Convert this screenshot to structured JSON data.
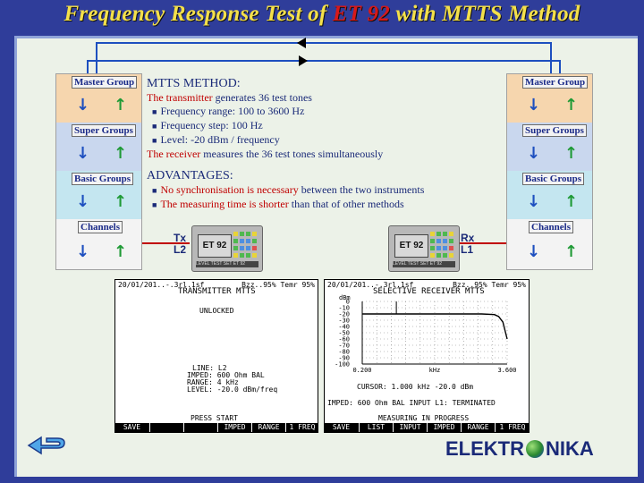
{
  "title": {
    "prefix": "Frequency Response Test of ",
    "highlight": "ET 92",
    "suffix": " with MTTS Method"
  },
  "stack_labels": [
    "Master Group",
    "Super Groups",
    "Basic Groups",
    "Channels"
  ],
  "info": {
    "method_heading": "MTTS METHOD:",
    "tx_subject": "The transmitter",
    "tx_rest": " generates 36 test tones",
    "bullets": [
      "Frequency range: 100 to 3600 Hz",
      "Frequency step: 100 Hz",
      "Level: -20 dBm / frequency"
    ],
    "rx_subject": "The receiver",
    "rx_rest": " measures the 36 test tones simultaneously",
    "adv_heading": "ADVANTAGES:",
    "adv1_red": "No synchronisation is necessary",
    "adv1_rest": " between the two instruments",
    "adv2_red": "The measuring time is shorter",
    "adv2_rest": " than that of other methods",
    "bullet_glyph": "■"
  },
  "devices": {
    "left": {
      "name": "ET 92",
      "port_top": "Tx",
      "port_bottom": "L2"
    },
    "right": {
      "name": "ET 92",
      "port_top": "Rx",
      "port_bottom": "L1"
    },
    "strip": "LEVEL TEST SET      ET 92"
  },
  "tx_screen": {
    "date": "20/01/201..-.3rl.1sf",
    "status_top": "Bzz..95% Temr 95%",
    "heading": "TRANSMITTER MTTS",
    "state": "UNLOCKED",
    "params": [
      "LINE: L2",
      "IMPED: 600 Ohm BAL",
      "RANGE: 4 kHz",
      "LEVEL: -20.0 dBm/freq"
    ],
    "prompt": "PRESS START",
    "softkeys": [
      "SAVE",
      "",
      "",
      "IMPED",
      "RANGE",
      "1 FREQ"
    ]
  },
  "rx_screen": {
    "date": "20/01/201..-.3rl.1sf",
    "status_top": "Bzz..95% Temr 95%",
    "heading": "SELECTIVE RECEIVER MTTS",
    "y_unit": "dBm",
    "y_ticks": [
      "0",
      "-10",
      "-20",
      "-30",
      "-40",
      "-50",
      "-60",
      "-70",
      "-80",
      "-90",
      "-100"
    ],
    "x_start": "0.200",
    "x_unit": "kHz",
    "x_end": "3.600",
    "cursor": "CURSOR: 1.000 kHz    -20.0 dBm",
    "imped": "IMPED: 600 Ohm BAL   INPUT L1: TERMINATED",
    "status": "MEASURING IN PROGRESS",
    "softkeys": [
      "SAVE",
      "LIST",
      "INPUT",
      "IMPED",
      "RANGE",
      "1 FREQ"
    ]
  },
  "chart_data": {
    "type": "line",
    "title": "SELECTIVE RECEIVER MTTS",
    "xlabel": "kHz",
    "ylabel": "dBm",
    "xlim": [
      0.2,
      3.6
    ],
    "ylim": [
      -100,
      0
    ],
    "grid": true,
    "series": [
      {
        "x": [
          0.2,
          0.5,
          1.0,
          1.5,
          2.0,
          2.5,
          3.0,
          3.3,
          3.4,
          3.5,
          3.6
        ],
        "y": [
          -20,
          -20,
          -20,
          -20,
          -20,
          -20,
          -20,
          -21,
          -24,
          -33,
          -60
        ]
      }
    ]
  },
  "logo": {
    "left": "ELEKTR",
    "right": "NIKA"
  },
  "colors": {
    "background": "#2f3d9a",
    "title": "#f4e04a",
    "highlight": "#d81818",
    "board": "#ecf2e8"
  }
}
